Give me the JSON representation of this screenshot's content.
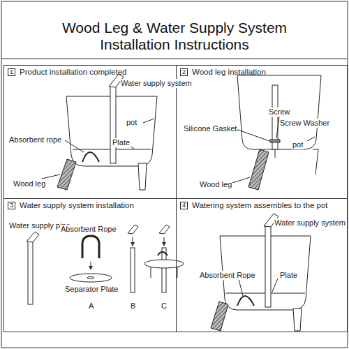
{
  "diagram": {
    "title": "Wood Leg & Water Supply System Installation Instructions",
    "nodes": [
      {
        "text": [
          "Product installation completed"
        ]
      },
      {
        "text": [
          "1"
        ],
        "in": 0
      },
      {
        "text": [
          "Wood leg installation"
        ]
      },
      {
        "text": [
          "2"
        ],
        "in": 2
      },
      {
        "text": [
          "Water supply system installation"
        ]
      },
      {
        "text": [
          "3"
        ],
        "in": 4
      },
      {
        "text": [
          "Watering system assembles to the pot"
        ]
      },
      {
        "text": [
          "4"
        ],
        "in": 6
      }
    ],
    "labels": [
      "Water supply system",
      "pot",
      "Absorbent rope",
      "Plate",
      "Wood leg",
      "Screw",
      "Silicone Gasket",
      "Screw Washer",
      "pot",
      "Wood leg",
      "Water supply pipe",
      "Absorbent Rope",
      "Separator Plate",
      "A",
      "B",
      "C",
      "Water supply system",
      "Absorbent Rope",
      "Plate"
    ]
  }
}
